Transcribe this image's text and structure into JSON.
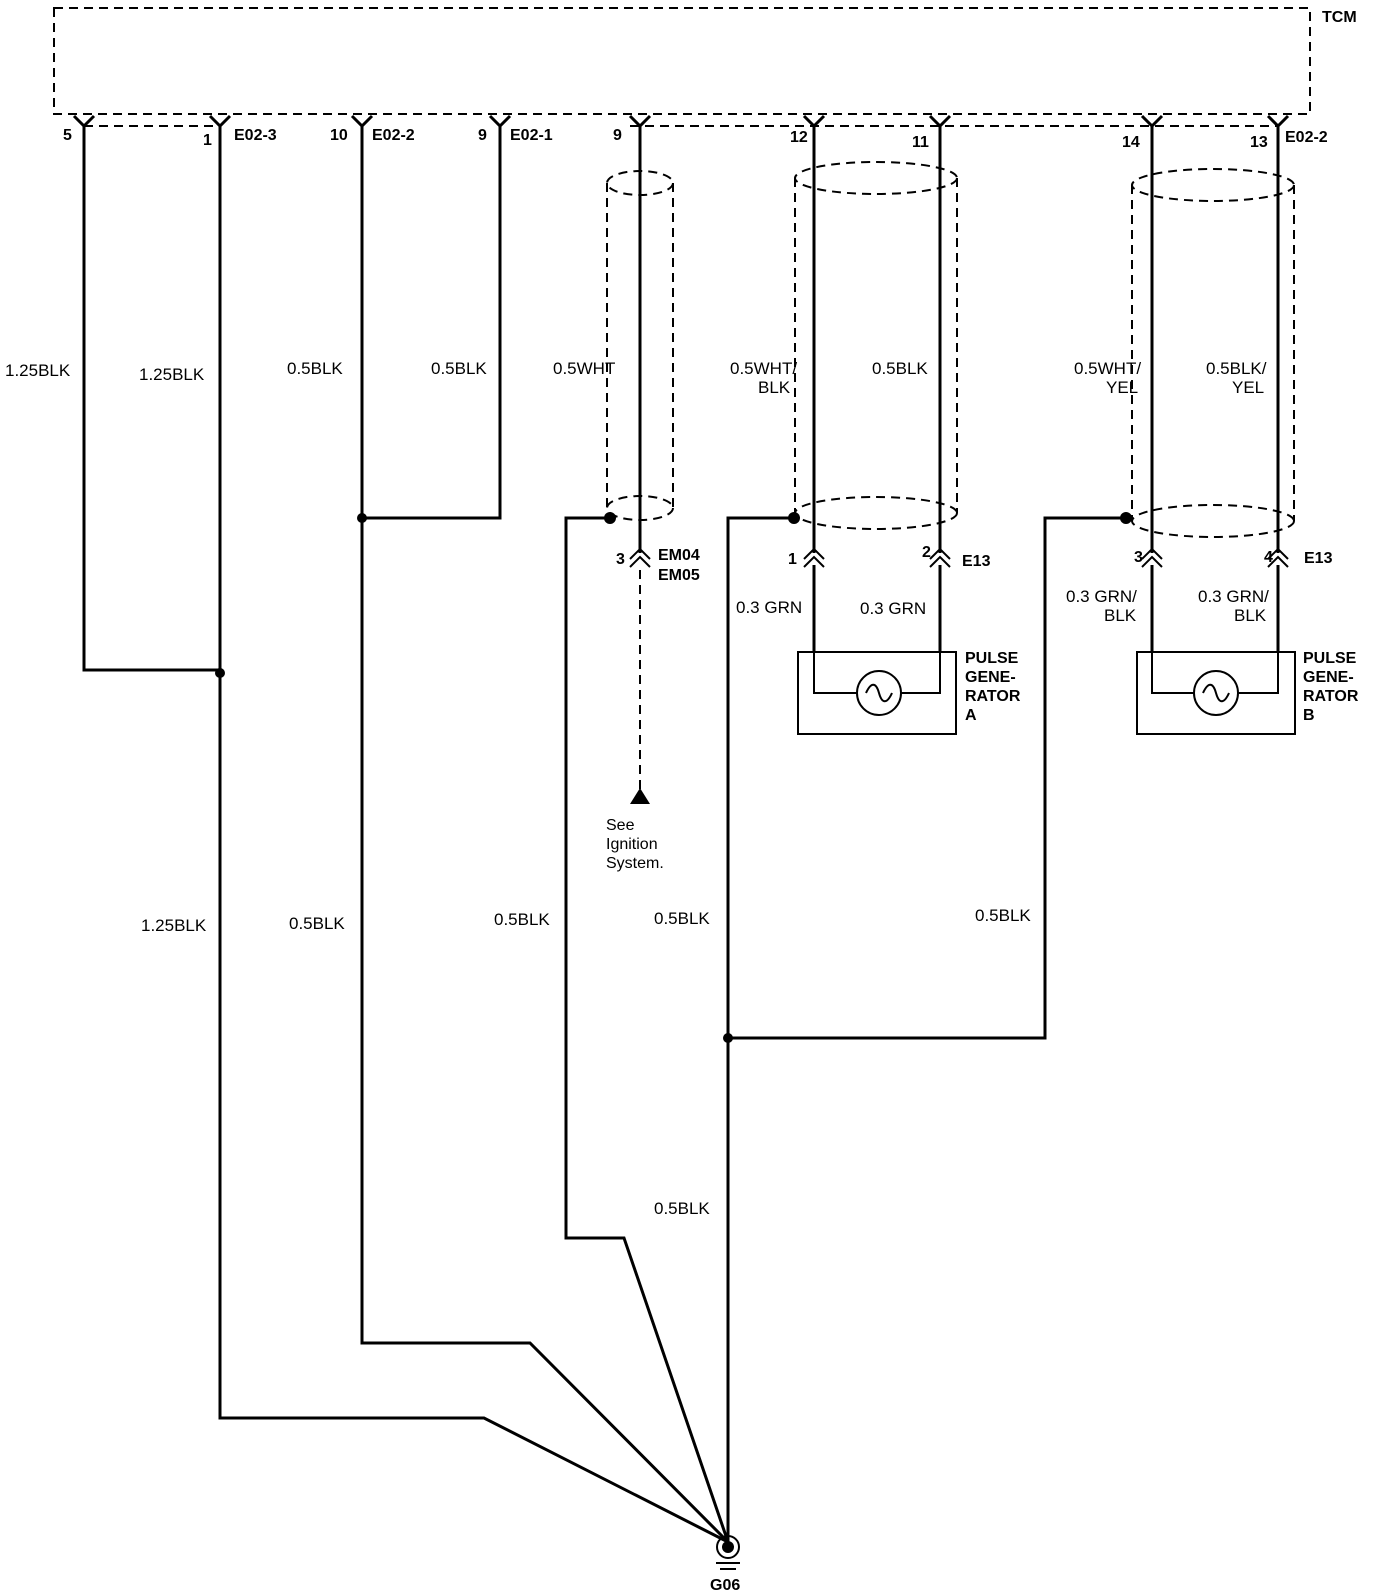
{
  "module": {
    "name": "TCM"
  },
  "connectors": {
    "e02_3": "E02-3",
    "e02_2_left": "E02-2",
    "e02_1": "E02-1",
    "e02_2_right": "E02-2",
    "em04": "EM04",
    "em05": "EM05",
    "e13_a": "E13",
    "e13_b": "E13"
  },
  "pins": {
    "p5": "5",
    "p1": "1",
    "p10": "10",
    "p9a": "9",
    "p9b": "9",
    "p12": "12",
    "p11": "11",
    "p14": "14",
    "p13": "13",
    "em_3": "3",
    "e13_1": "1",
    "e13_2": "2",
    "e13_3": "3",
    "e13_4": "4"
  },
  "wires": {
    "w5": "1.25BLK",
    "w1_top": "1.25BLK",
    "w10_top": "0.5BLK",
    "w9_top": "0.5BLK",
    "w_wht": "0.5WHT",
    "w12_line1": "0.5WHT/",
    "w12_line2": "BLK",
    "w11": "0.5BLK",
    "w14_line1": "0.5WHT/",
    "w14_line2": "YEL",
    "w13_line1": "0.5BLK/",
    "w13_line2": "YEL",
    "pga_left": "0.3 GRN",
    "pga_right": "0.3 GRN",
    "pgb_left_line1": "0.3 GRN/",
    "pgb_left_line2": "BLK",
    "pgb_right_line1": "0.3 GRN/",
    "pgb_right_line2": "BLK",
    "g1": "1.25BLK",
    "g2": "0.5BLK",
    "g3": "0.5BLK",
    "g4": "0.5BLK",
    "g5": "0.5BLK",
    "g6": "0.5BLK"
  },
  "components": {
    "pulse_a": [
      "PULSE",
      "GENE-",
      "RATOR",
      "A"
    ],
    "pulse_b": [
      "PULSE",
      "GENE-",
      "RATOR",
      "B"
    ]
  },
  "note": {
    "lines": [
      "See",
      "Ignition",
      "System."
    ]
  },
  "ground": {
    "name": "G06"
  }
}
